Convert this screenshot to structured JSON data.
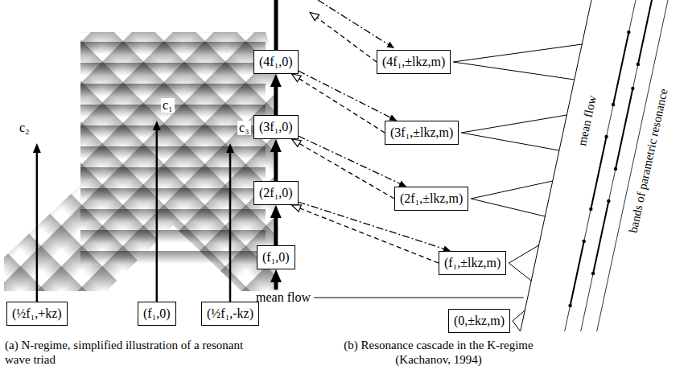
{
  "diagram": {
    "nodes": [
      {
        "text": [
          "(½f₁,+kz)"
        ]
      },
      {
        "text": [
          "(f₁,0)"
        ]
      },
      {
        "text": [
          "(½f₁,-kz)"
        ]
      },
      {
        "text": [
          "(4f₁,0)"
        ]
      },
      {
        "text": [
          "(4f₁,±lkz,m)"
        ]
      },
      {
        "text": [
          "(3f₁,0)"
        ]
      },
      {
        "text": [
          "(3f₁,±lkz,m)"
        ]
      },
      {
        "text": [
          "(2f₁,0)"
        ]
      },
      {
        "text": [
          "(2f₁,±lkz,m)"
        ]
      },
      {
        "text": [
          "(f₁,0)"
        ]
      },
      {
        "text": [
          "(f₁,±lkz,m)"
        ]
      },
      {
        "text": [
          "(0,±kz,m)"
        ]
      }
    ],
    "edges": [
      {
        "from": 9,
        "to": 7,
        "arrow": "to"
      },
      {
        "from": 7,
        "to": 5,
        "arrow": "to"
      },
      {
        "from": 5,
        "to": 3,
        "arrow": "to"
      },
      {
        "from": 10,
        "to": 7,
        "arrow": "to"
      },
      {
        "from": 8,
        "to": 5,
        "arrow": "to"
      },
      {
        "from": 6,
        "to": 3,
        "arrow": "to"
      },
      {
        "from": 7,
        "to": 10,
        "arrow": "to"
      },
      {
        "from": 5,
        "to": 8,
        "arrow": "to"
      },
      {
        "from": 3,
        "to": 6,
        "arrow": "to"
      }
    ],
    "labels": [
      "c₂",
      "c₁",
      "c₃",
      "mean flow",
      "bands of parametric resonance",
      "mean flow",
      "(a) N-regime, simplified illustration of a resonant wave triad",
      "(b) Resonance cascade in the K-regime (Kachanov, 1994)"
    ]
  }
}
